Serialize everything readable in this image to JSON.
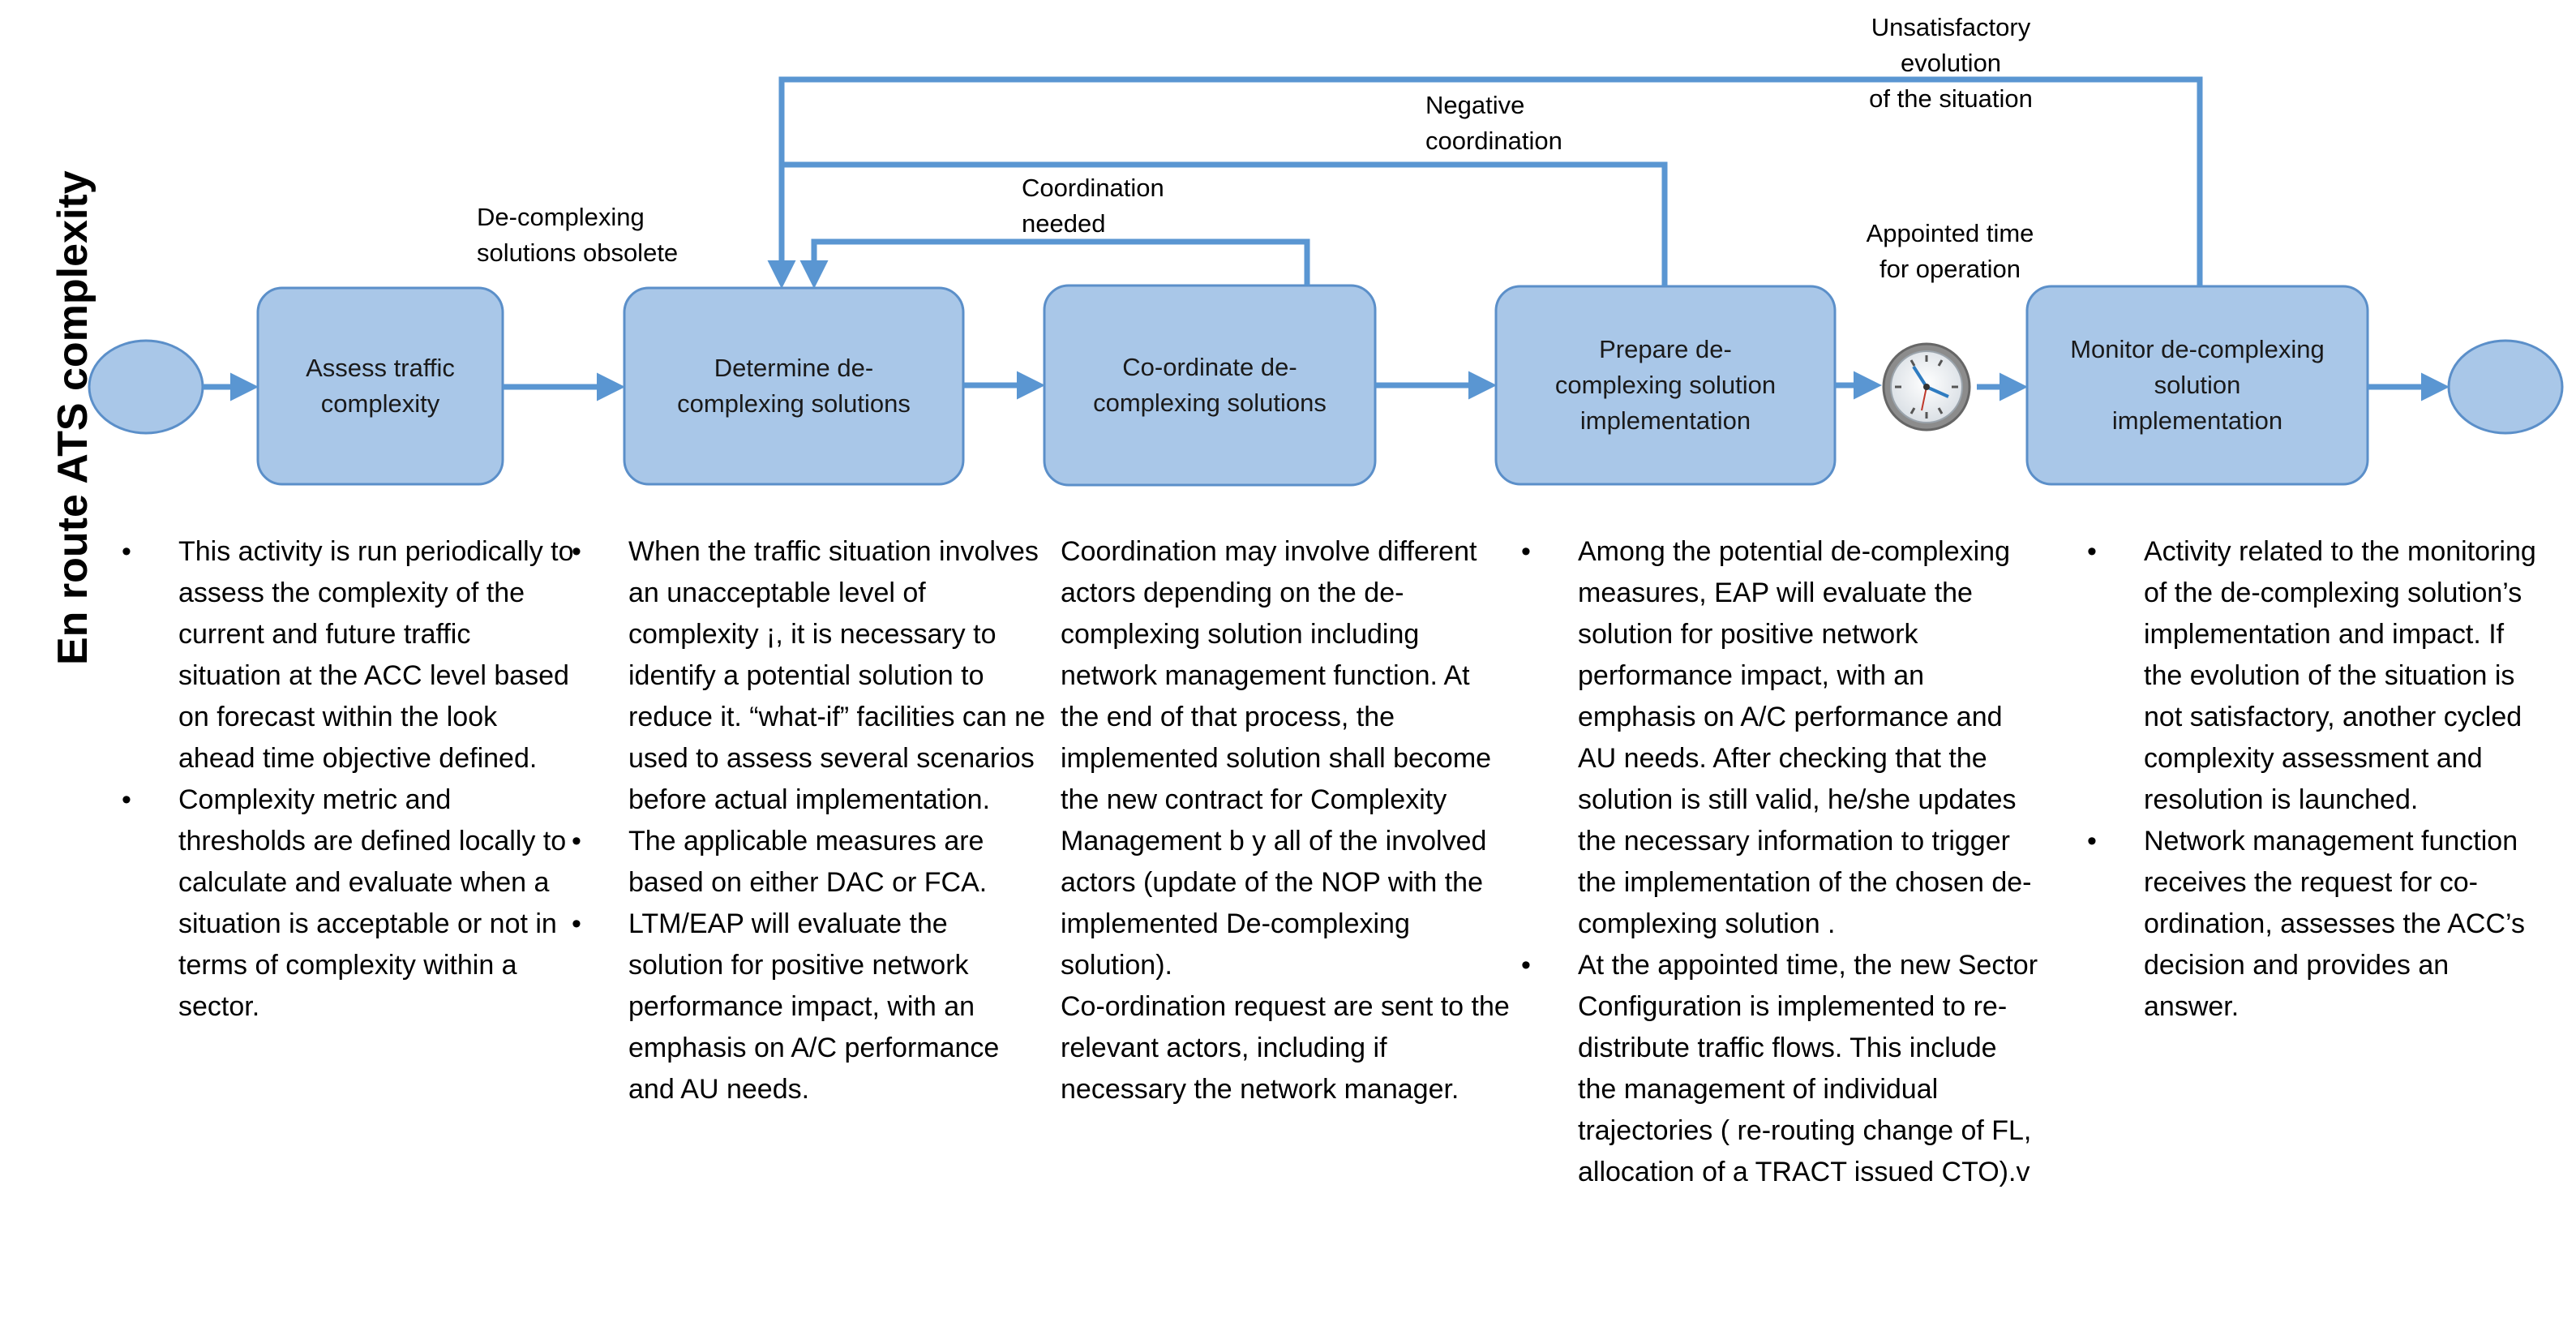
{
  "lane_title": "En route ATS complexity",
  "activities": [
    {
      "id": "assess",
      "label": "Assess  traffic\ncomplexity"
    },
    {
      "id": "determine",
      "label": "Determine de-\ncomplexing solutions"
    },
    {
      "id": "coordinate",
      "label": "Co-ordinate de-\ncomplexing solutions"
    },
    {
      "id": "prepare",
      "label": "Prepare  de-\ncomplexing solution\nimplementation"
    },
    {
      "id": "monitor",
      "label": "Monitor de-complexing\nsolution\nimplementation"
    }
  ],
  "flow_labels": {
    "obsolete": "De-complexing\nsolutions obsolete",
    "coordination_needed": "Coordination\nneeded",
    "negative_coordination": "Negative\ncoordination",
    "unsatisfactory": "Unsatisfactory\nevolution\nof the situation",
    "appointed_time": "Appointed time\nfor operation"
  },
  "notes": {
    "assess": [
      "This activity is run periodically to assess the complexity of the current and future traffic situation at the ACC level based on forecast within the look ahead time objective defined.",
      "Complexity metric and thresholds are defined locally to calculate and evaluate when a situation is acceptable or not in terms of complexity within a sector."
    ],
    "determine": [
      "When the traffic situation involves an unacceptable level of complexity ¡, it is necessary to identify a potential solution to reduce it. “what-if” facilities can ne used to assess several scenarios before actual implementation.",
      "The applicable measures are based on either DAC or FCA.",
      "LTM/EAP will evaluate the solution for positive network performance impact, with an emphasis on A/C performance and AU needs."
    ],
    "coordinate": [
      "Coordination may involve different actors depending on the de-complexing solution including network management function. At the end of that process, the implemented solution shall become the new contract for Complexity Management b y all of the involved actors (update of the NOP with the implemented De-complexing solution).",
      "Co-ordination request are sent to the relevant actors, including if necessary the network manager."
    ],
    "prepare": [
      "Among the potential de-complexing measures, EAP will evaluate the solution for positive network performance impact, with an emphasis on A/C performance  and AU needs. After checking that the solution is still valid, he/she updates the necessary  information to trigger the implementation of the chosen de-complexing solution .",
      "At the appointed time, the new Sector Configuration is implemented to re-distribute traffic flows. This include the management of individual trajectories ( re-routing change of FL, allocation of a TRACT issued CTO).v"
    ],
    "monitor": [
      "Activity related to the monitoring of the de-complexing solution’s implementation and impact.  If the evolution of the situation is not satisfactory, another cycled complexity assessment and resolution is launched.",
      "Network management function receives the request for co-ordination, assesses the ACC’s decision and provides an answer."
    ]
  },
  "colors": {
    "box_fill": "#a9c7e8",
    "box_stroke": "#5b8fc9",
    "arrow": "#5a96d2",
    "event_fill": "#a9c7e8"
  },
  "icons": {
    "timer": "clock-icon"
  }
}
